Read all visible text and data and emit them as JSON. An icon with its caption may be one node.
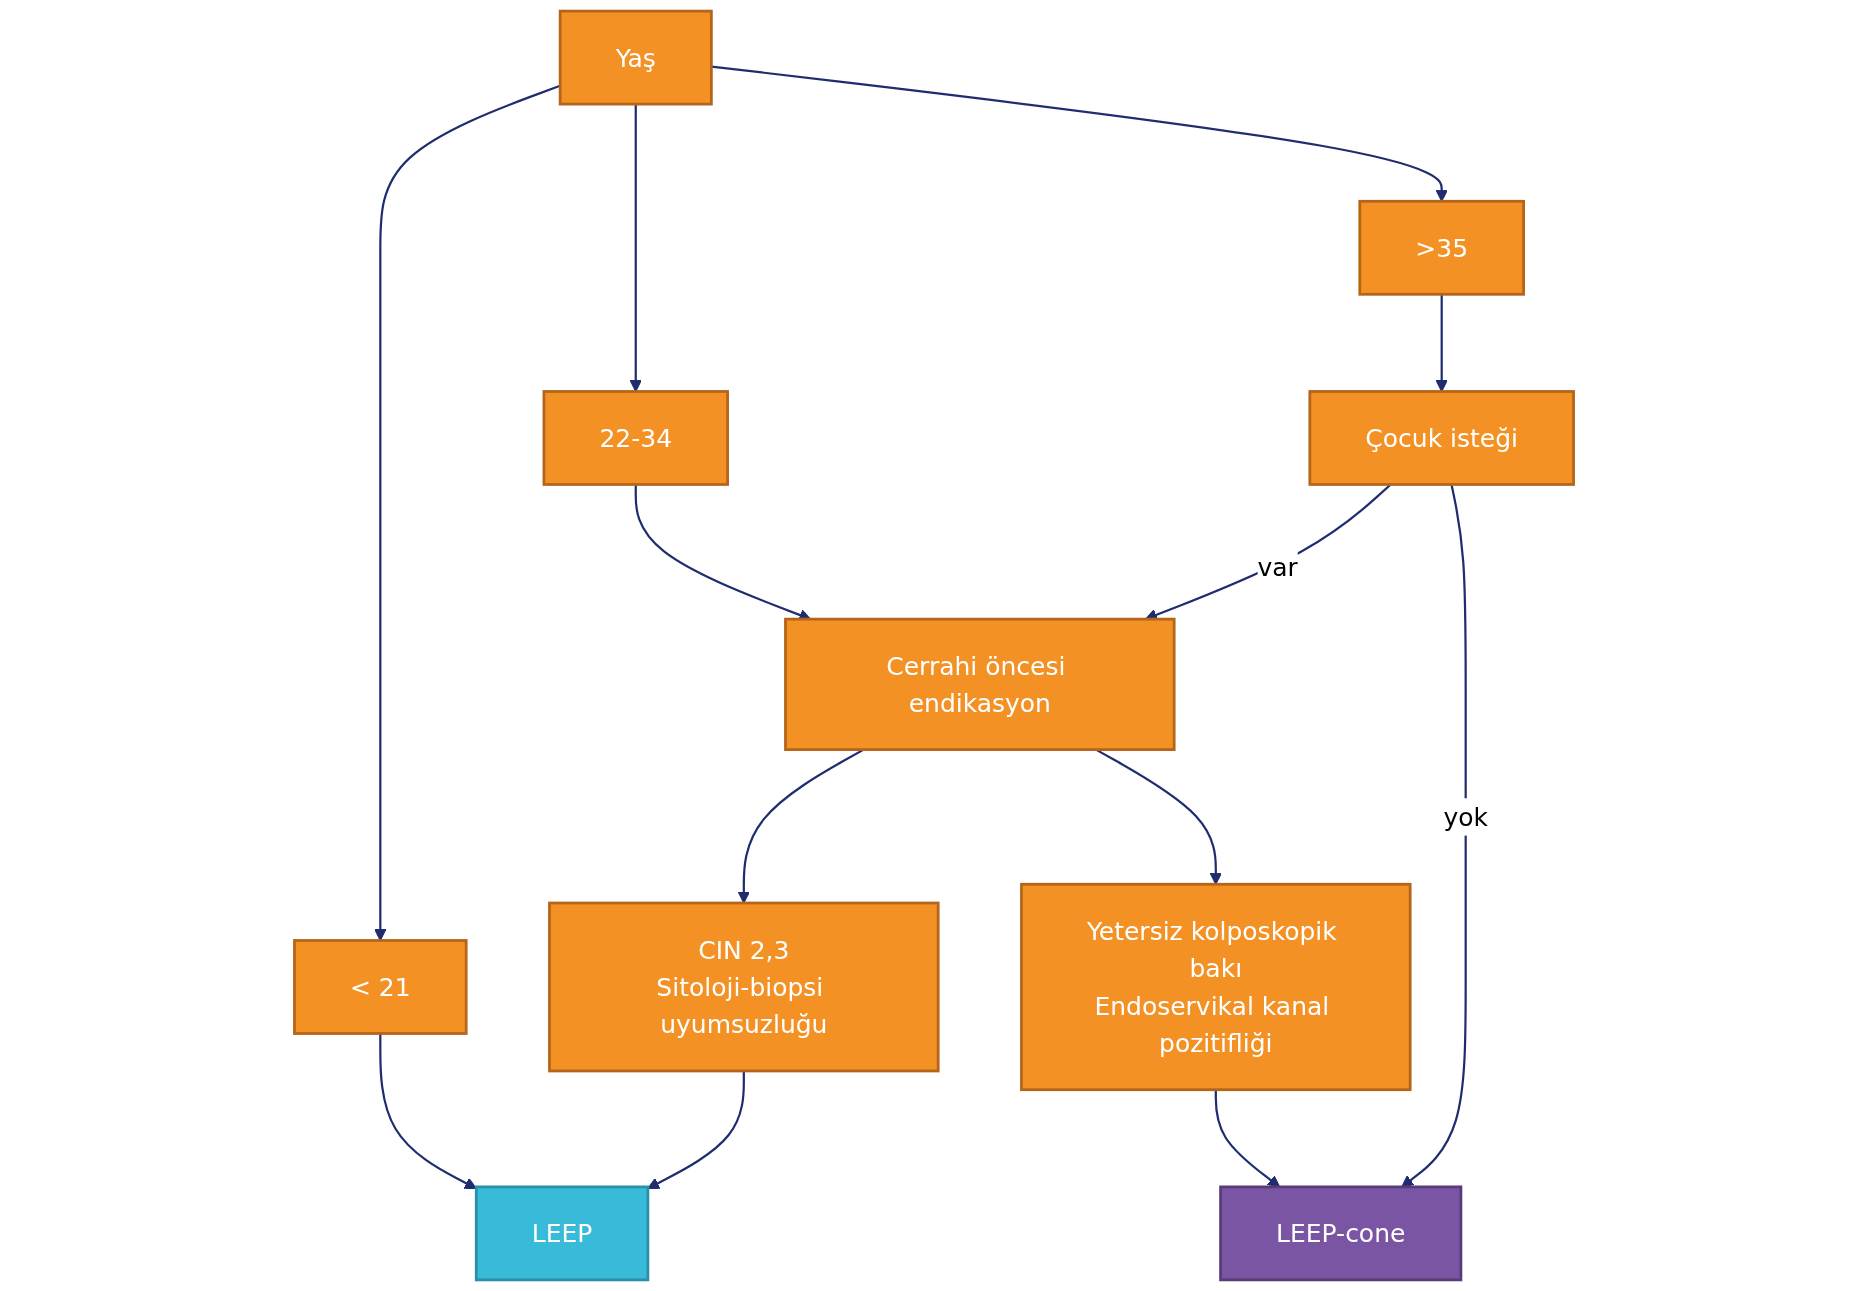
{
  "diagram": {
    "nodes": [
      {
        "text": [
          "Yaş"
        ]
      },
      {
        "text": [
          "< 21"
        ]
      },
      {
        "text": [
          "22-34"
        ]
      },
      {
        "text": [
          ">35"
        ]
      },
      {
        "text": [
          "Cerrahi öncesi endikasyon"
        ]
      },
      {
        "text": [
          "Çocuk isteği"
        ]
      },
      {
        "text": [
          "CIN 2,3",
          "Sitoloji-biopsi uyumsuzluğu"
        ]
      },
      {
        "text": [
          "Yetersiz kolposkopik bakı",
          "Endoservikal kanal pozitifliği"
        ]
      },
      {
        "text": [
          "LEEP"
        ]
      },
      {
        "text": [
          "LEEP-cone"
        ]
      }
    ],
    "edges": [
      {
        "from": 0,
        "to": 1,
        "arrow": "to"
      },
      {
        "from": 0,
        "to": 2,
        "arrow": "to"
      },
      {
        "from": 0,
        "to": 3,
        "arrow": "to"
      },
      {
        "from": 1,
        "to": 8,
        "arrow": "to"
      },
      {
        "from": 2,
        "to": 4,
        "arrow": "to"
      },
      {
        "from": 3,
        "to": 5,
        "arrow": "to"
      },
      {
        "from": 5,
        "to": 4,
        "label": "var",
        "arrow": "to"
      },
      {
        "from": 4,
        "to": 6,
        "arrow": "to"
      },
      {
        "from": 4,
        "to": 7,
        "arrow": "to"
      },
      {
        "from": 5,
        "to": 9,
        "label": "yok",
        "arrow": "to"
      },
      {
        "from": 6,
        "to": 8,
        "arrow": "to"
      },
      {
        "from": 7,
        "to": 9,
        "arrow": "to"
      }
    ]
  }
}
